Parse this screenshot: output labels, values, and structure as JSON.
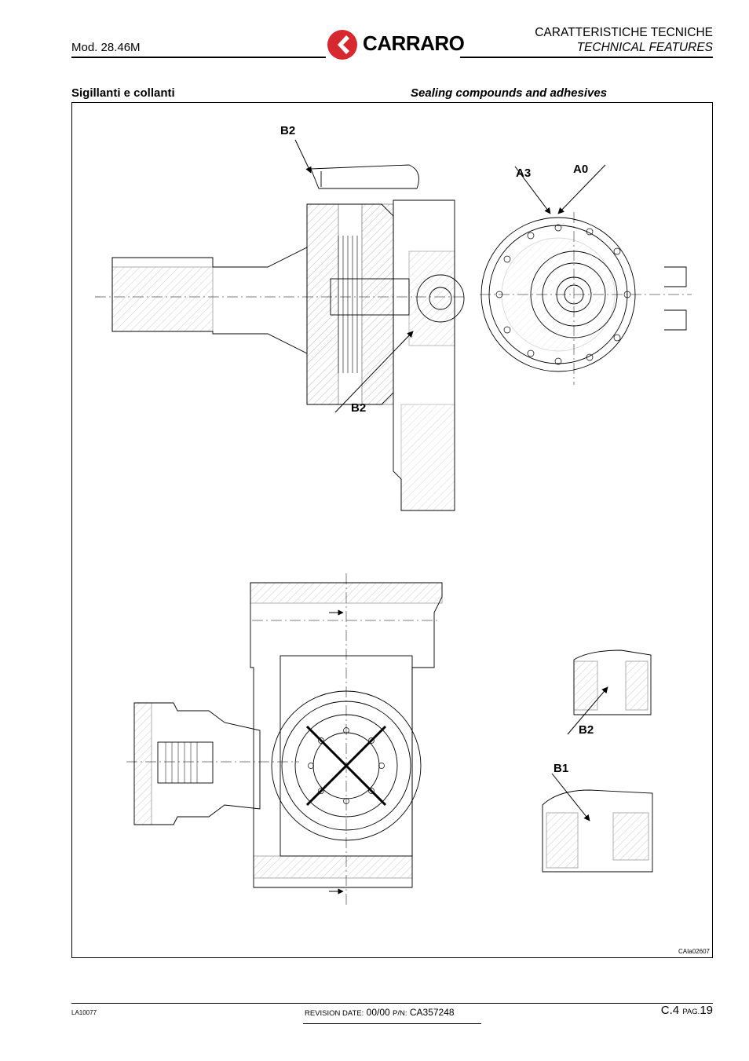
{
  "header": {
    "model": "Mod. 28.46M",
    "brand": "CARRARO",
    "title_it": "CARATTERISTICHE TECNICHE",
    "title_en": "TECHNICAL FEATURES"
  },
  "section": {
    "title_it": "Sigillanti e collanti",
    "title_en": "Sealing compounds and adhesives"
  },
  "drawing": {
    "callouts": {
      "b2_top": "B2",
      "b2_mid": "B2",
      "a3": "A3",
      "a0": "A0",
      "b2_detail": "B2",
      "b1": "B1"
    },
    "code": "CAIa02607"
  },
  "footer": {
    "doc_code": "LA10077",
    "rev_label": "REVISION DATE:",
    "rev_value": "00/00",
    "pn_label": "P/N:",
    "pn_value": "CA357248",
    "section_ref": "C.4",
    "page_label": "PAG.",
    "page_number": "19"
  }
}
